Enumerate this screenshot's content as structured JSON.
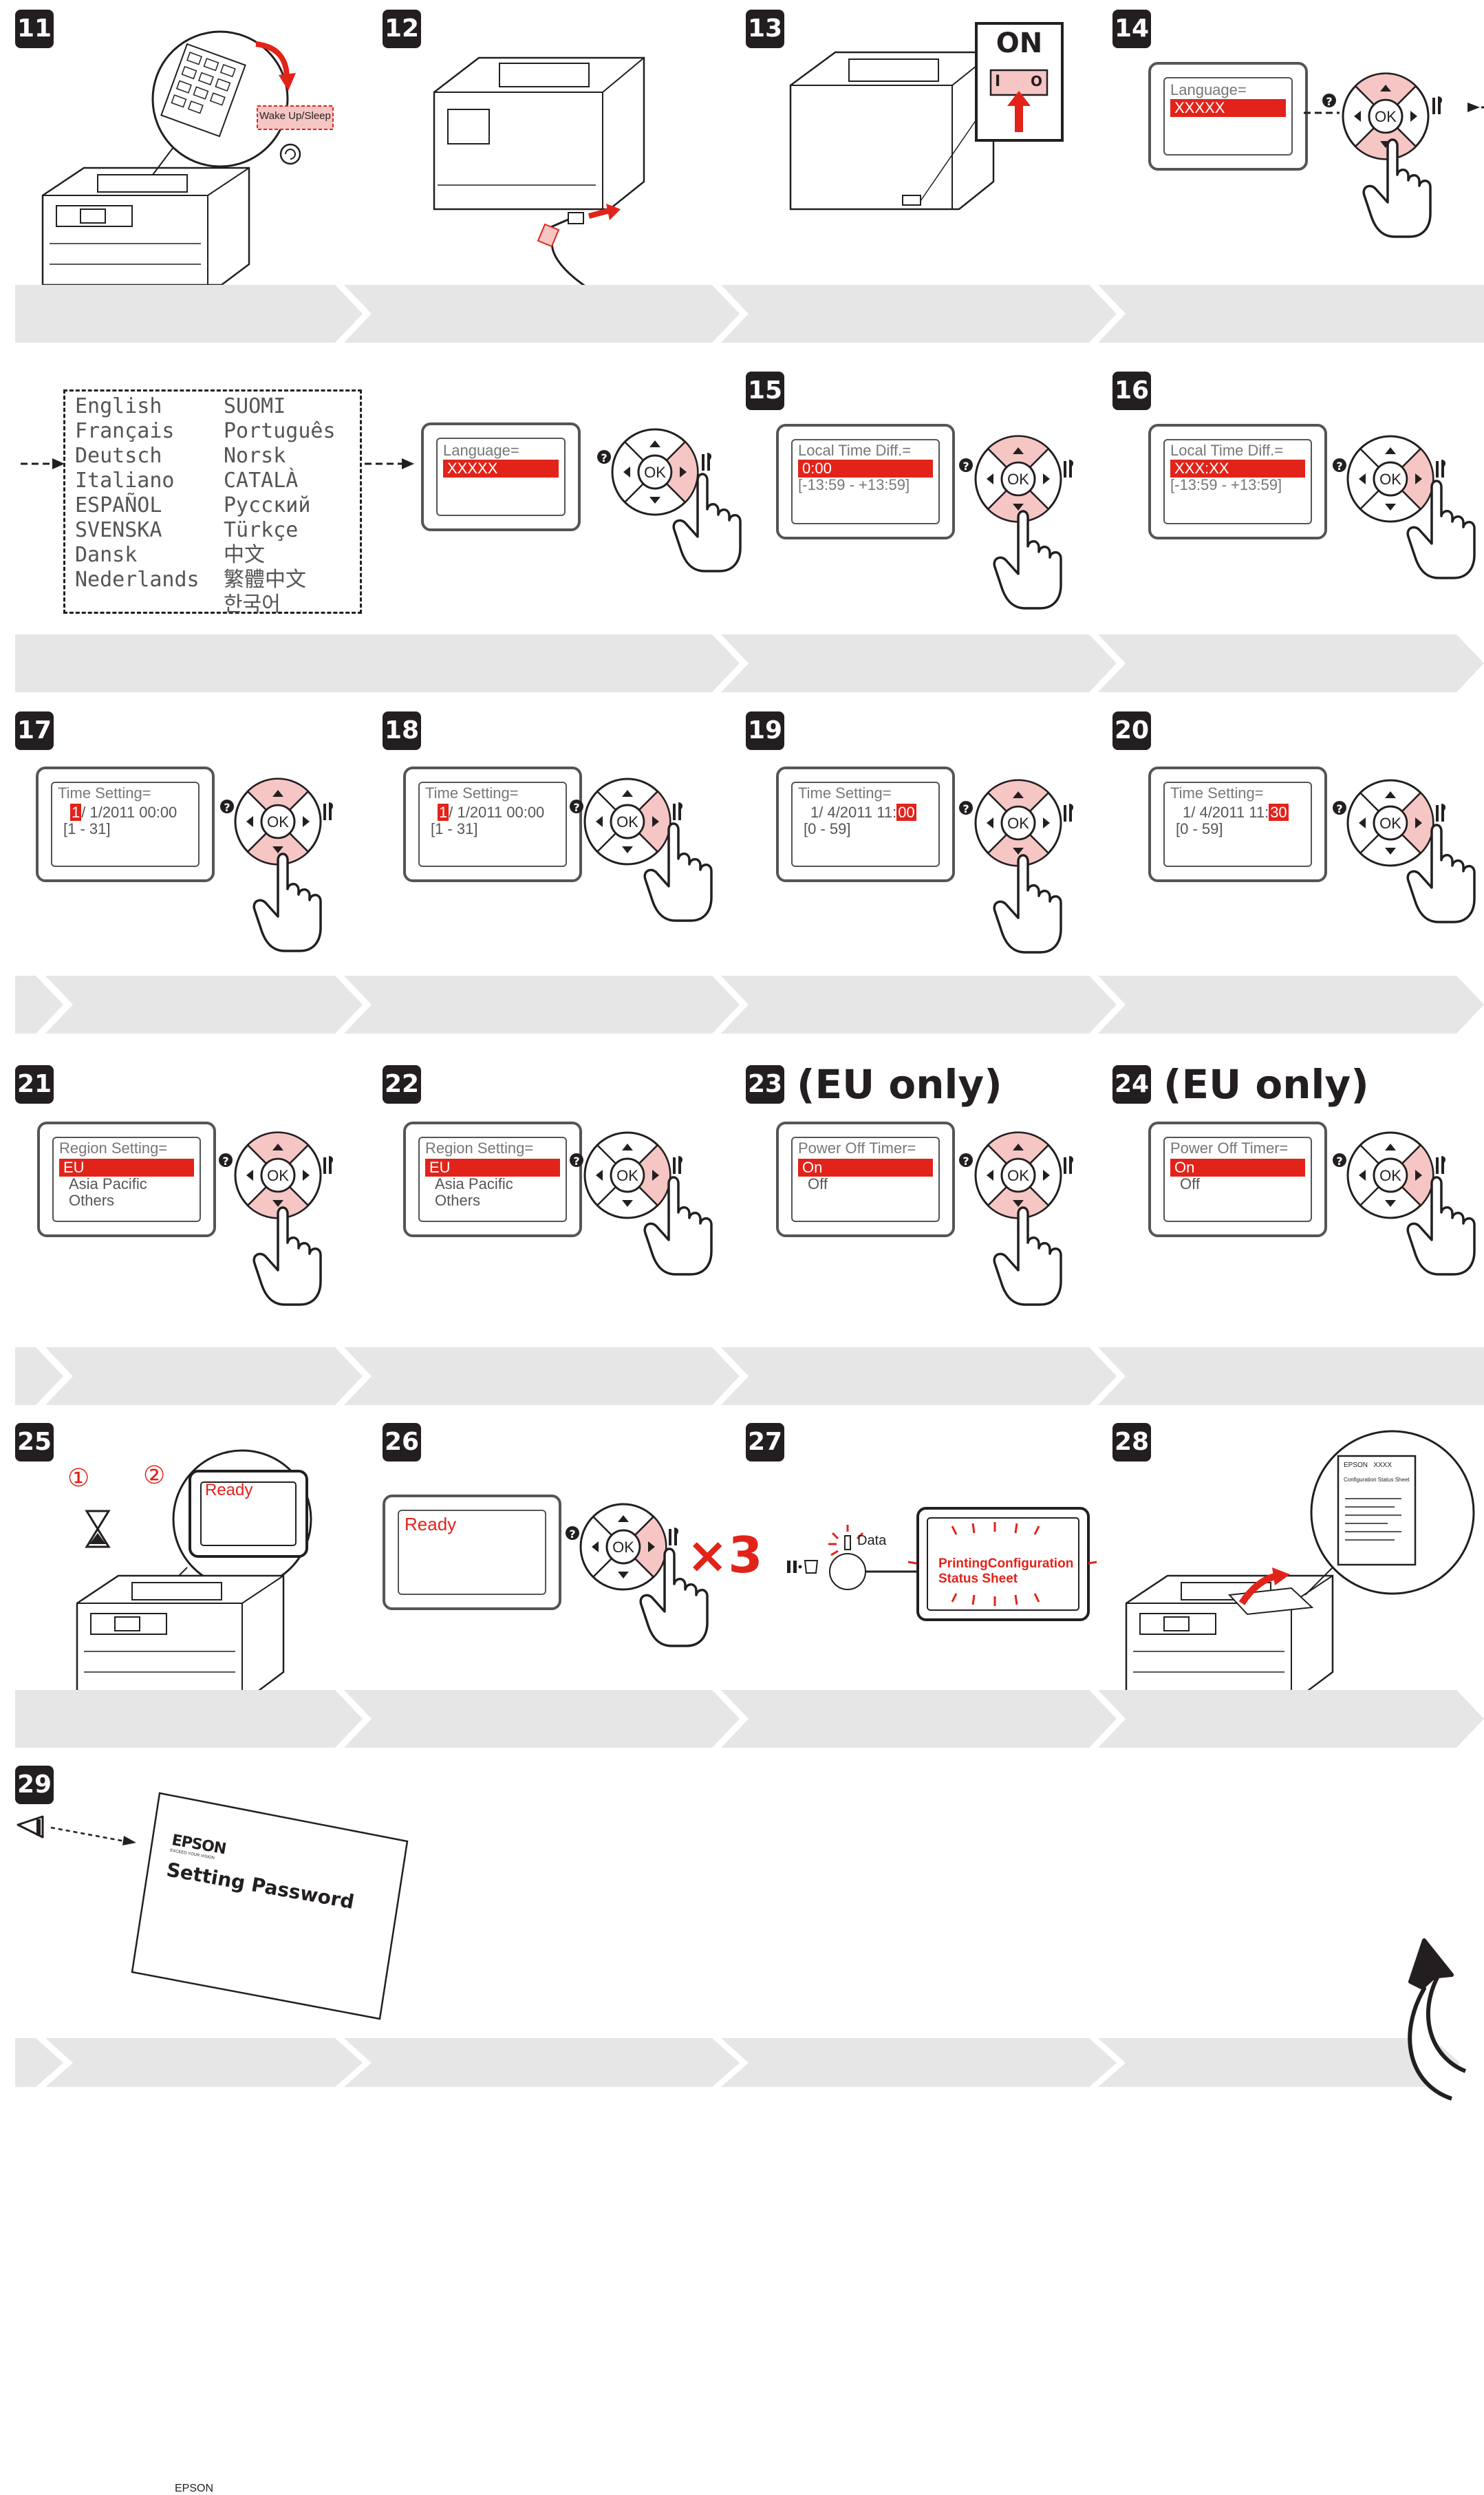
{
  "steps": {
    "s11": {
      "num": "11",
      "callout": "Wake Up/Sleep"
    },
    "s12": {
      "num": "12"
    },
    "s13": {
      "num": "13",
      "switch_label": "ON",
      "switch_on": "I",
      "switch_off": "O"
    },
    "s14": {
      "num": "14",
      "lcd_title": "Language=",
      "lcd_value": "XXXXX"
    },
    "languages": {
      "left": [
        "English",
        "Français",
        "Deutsch",
        "Italiano",
        "ESPAÑOL",
        "SVENSKA",
        "Dansk",
        "Nederlands"
      ],
      "right": [
        "SUOMI",
        "Português",
        "Norsk",
        "CATALÀ",
        "Русский",
        "Türkçe",
        "中文",
        "繁體中文",
        "한국어"
      ]
    },
    "s14b": {
      "lcd_title": "Language=",
      "lcd_value": "XXXXX"
    },
    "s15": {
      "num": "15",
      "lcd_title": "Local Time Diff.=",
      "lcd_value": "0:00",
      "lcd_range": "[-13:59 - +13:59]"
    },
    "s16": {
      "num": "16",
      "lcd_title": "Local Time Diff.=",
      "lcd_value": "XXX:XX",
      "lcd_range": "[-13:59 - +13:59]"
    },
    "s17": {
      "num": "17",
      "lcd_title": "Time Setting=",
      "sel": "1",
      "rest": "/ 1/2011  00:00",
      "range": "[1 - 31]"
    },
    "s18": {
      "num": "18",
      "lcd_title": "Time Setting=",
      "sel": "1",
      "rest": "/ 1/2011  00:00",
      "range": "[1 - 31]"
    },
    "s19": {
      "num": "19",
      "lcd_title": "Time Setting=",
      "pre": "1/  4/2011  11:",
      "sel": "00",
      "range": "[0 - 59]"
    },
    "s20": {
      "num": "20",
      "lcd_title": "Time Setting=",
      "pre": "1/  4/2011  11:",
      "sel": "30",
      "range": "[0 - 59]"
    },
    "s21": {
      "num": "21",
      "lcd_title": "Region Setting=",
      "options": [
        "EU",
        "Asia Pacific",
        "Others"
      ]
    },
    "s22": {
      "num": "22",
      "lcd_title": "Region Setting=",
      "options": [
        "EU",
        "Asia Pacific",
        "Others"
      ]
    },
    "s23": {
      "num": "23",
      "note": "(EU only)",
      "lcd_title": "Power Off Timer=",
      "options": [
        "On",
        "Off"
      ]
    },
    "s24": {
      "num": "24",
      "note": "(EU only)",
      "lcd_title": "Power Off Timer=",
      "options": [
        "On",
        "Off"
      ]
    },
    "s25": {
      "num": "25",
      "marker1": "①",
      "marker2": "②",
      "lcd_text": "Ready"
    },
    "s26": {
      "num": "26",
      "lcd_text": "Ready",
      "times": "×3"
    },
    "s27": {
      "num": "27",
      "data_label": "Data",
      "lcd_line1": "PrintingConfiguration",
      "lcd_line2": "Status Sheet"
    },
    "s28": {
      "num": "28",
      "sheet_header": "EPSON   XXXX",
      "sheet_title": "Configuration Status Sheet"
    },
    "s29": {
      "num": "29",
      "brand": "EPSON",
      "tagline": "EXCEED YOUR VISION",
      "doc_title": "Setting Password"
    }
  },
  "ok_label": "OK",
  "colors": {
    "accent": "#e2231a",
    "pink": "#f5c6c4",
    "band": "#e6e6e7",
    "ink": "#231f20"
  }
}
